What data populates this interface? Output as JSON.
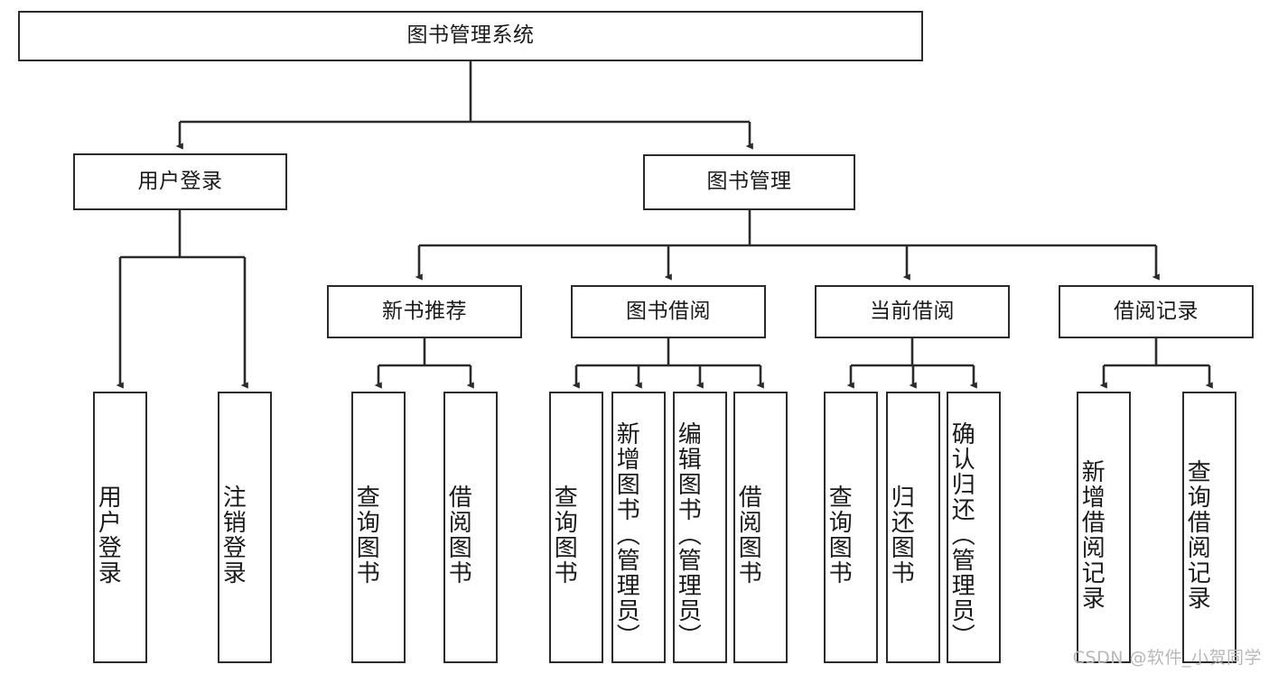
{
  "diagram": {
    "title": "图书管理系统",
    "type": "tree-functional-decomposition",
    "colors": {
      "box_border": "#2b2b2b",
      "box_fill": "#ffffff",
      "edge": "#2b2b2b",
      "text": "#1a1a1a",
      "watermark": "#b8b8b8",
      "background": "#ffffff"
    },
    "nodes": {
      "root": {
        "label": "图书管理系统"
      },
      "level2": [
        {
          "id": "user-login",
          "label": "用户登录"
        },
        {
          "id": "book-manage",
          "label": "图书管理"
        }
      ],
      "level3": [
        {
          "id": "new-book-recommend",
          "label": "新书推荐"
        },
        {
          "id": "book-borrow",
          "label": "图书借阅"
        },
        {
          "id": "current-borrow",
          "label": "当前借阅"
        },
        {
          "id": "borrow-record",
          "label": "借阅记录"
        }
      ],
      "leaves": {
        "user-login": [
          {
            "id": "leaf-user-login",
            "label": "用户登录"
          },
          {
            "id": "leaf-user-logout",
            "label": "注销登录"
          }
        ],
        "new-book-recommend": [
          {
            "id": "leaf-query-book-1",
            "label": "查询图书"
          },
          {
            "id": "leaf-borrow-book-1",
            "label": "借阅图书"
          }
        ],
        "book-borrow": [
          {
            "id": "leaf-query-book-2",
            "label": "查询图书"
          },
          {
            "id": "leaf-add-book",
            "label": "新增图书（管理员）"
          },
          {
            "id": "leaf-edit-book",
            "label": "编辑图书（管理员）"
          },
          {
            "id": "leaf-borrow-book-2",
            "label": "借阅图书"
          }
        ],
        "current-borrow": [
          {
            "id": "leaf-query-book-3",
            "label": "查询图书"
          },
          {
            "id": "leaf-return-book",
            "label": "归还图书"
          },
          {
            "id": "leaf-confirm-return",
            "label": "确认归还（管理员）"
          }
        ],
        "borrow-record": [
          {
            "id": "leaf-add-record",
            "label": "新增借阅记录"
          },
          {
            "id": "leaf-query-record",
            "label": "查询借阅记录"
          }
        ]
      }
    }
  },
  "watermark": {
    "text": "CSDN @软件_小贺同学"
  }
}
